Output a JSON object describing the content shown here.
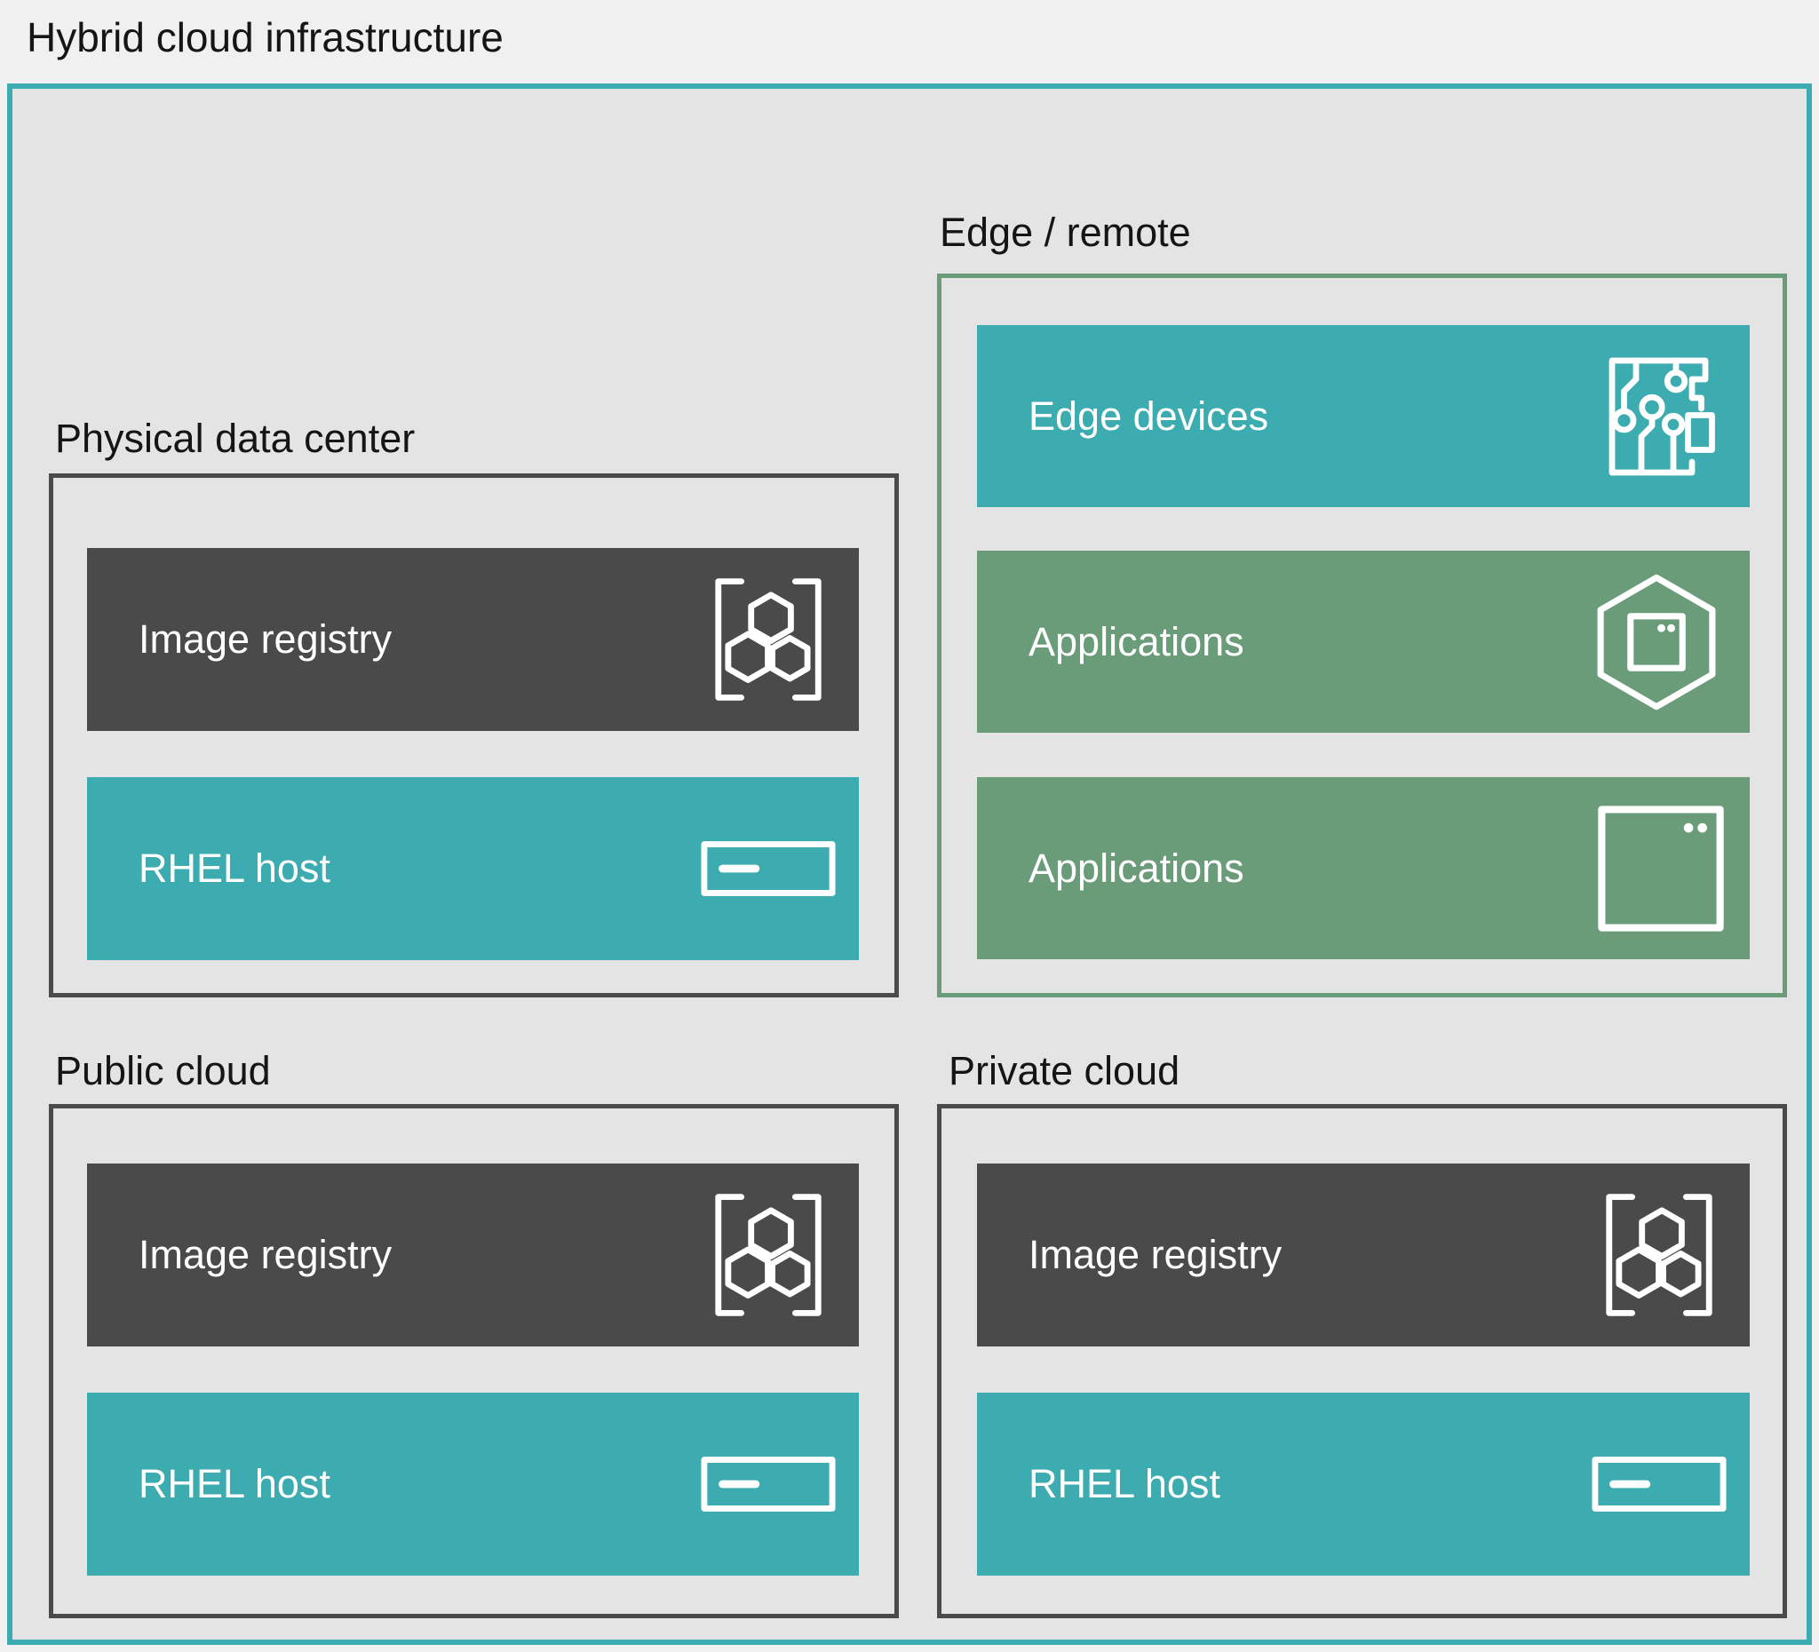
{
  "title": "Hybrid cloud infrastructure",
  "colors": {
    "page_background": "#F0F0F0",
    "canvas_background": "#E4E4E4",
    "outer_border_teal": "#3DACB0",
    "teal_node": "#3DACB0",
    "green_node": "#6A9C7A",
    "green_border": "#6A9C7A",
    "dark_node": "#4A4A4A",
    "dark_border": "#4A4A4A",
    "label_text": "#151515",
    "node_text": "#FFFFFF"
  },
  "sections": {
    "physical_data_center": {
      "label": "Physical data center",
      "boxes": [
        {
          "label": "Image registry",
          "icon": "image-registry-icon",
          "variant": "dark"
        },
        {
          "label": "RHEL host",
          "icon": "rhel-host-icon",
          "variant": "teal"
        }
      ]
    },
    "edge_remote": {
      "label": "Edge / remote",
      "boxes": [
        {
          "label": "Edge devices",
          "icon": "edge-devices-icon",
          "variant": "teal"
        },
        {
          "label": "Applications",
          "icon": "application-hexagon-icon",
          "variant": "green"
        },
        {
          "label": "Applications",
          "icon": "application-window-icon",
          "variant": "green"
        }
      ]
    },
    "public_cloud": {
      "label": "Public cloud",
      "boxes": [
        {
          "label": "Image registry",
          "icon": "image-registry-icon",
          "variant": "dark"
        },
        {
          "label": "RHEL host",
          "icon": "rhel-host-icon",
          "variant": "teal"
        }
      ]
    },
    "private_cloud": {
      "label": "Private cloud",
      "boxes": [
        {
          "label": "Image registry",
          "icon": "image-registry-icon",
          "variant": "dark"
        },
        {
          "label": "RHEL host",
          "icon": "rhel-host-icon",
          "variant": "teal"
        }
      ]
    }
  }
}
